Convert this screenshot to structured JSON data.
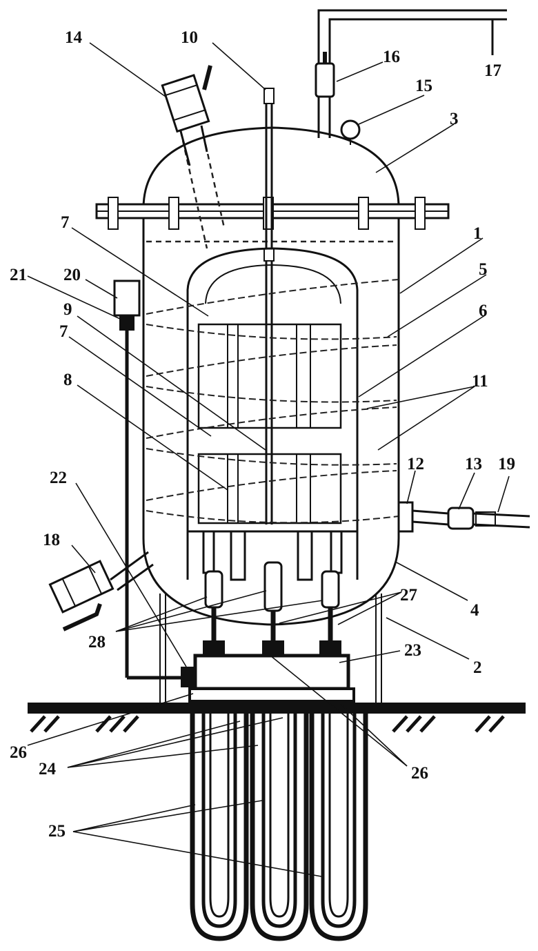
{
  "callouts": [
    {
      "id": "c1",
      "text": "1"
    },
    {
      "id": "c2",
      "text": "2"
    },
    {
      "id": "c3",
      "text": "3"
    },
    {
      "id": "c4",
      "text": "4"
    },
    {
      "id": "c5",
      "text": "5"
    },
    {
      "id": "c6",
      "text": "6"
    },
    {
      "id": "c7a",
      "text": "7"
    },
    {
      "id": "c7b",
      "text": "7"
    },
    {
      "id": "c8",
      "text": "8"
    },
    {
      "id": "c9",
      "text": "9"
    },
    {
      "id": "c10",
      "text": "10"
    },
    {
      "id": "c11",
      "text": "11"
    },
    {
      "id": "c12",
      "text": "12"
    },
    {
      "id": "c13",
      "text": "13"
    },
    {
      "id": "c14",
      "text": "14"
    },
    {
      "id": "c15",
      "text": "15"
    },
    {
      "id": "c16",
      "text": "16"
    },
    {
      "id": "c17",
      "text": "17"
    },
    {
      "id": "c18",
      "text": "18"
    },
    {
      "id": "c19",
      "text": "19"
    },
    {
      "id": "c20",
      "text": "20"
    },
    {
      "id": "c21",
      "text": "21"
    },
    {
      "id": "c22",
      "text": "22"
    },
    {
      "id": "c23",
      "text": "23"
    },
    {
      "id": "c24",
      "text": "24"
    },
    {
      "id": "c25",
      "text": "25"
    },
    {
      "id": "c26a",
      "text": "26"
    },
    {
      "id": "c26b",
      "text": "26"
    },
    {
      "id": "c27",
      "text": "27"
    },
    {
      "id": "c28",
      "text": "28"
    }
  ]
}
